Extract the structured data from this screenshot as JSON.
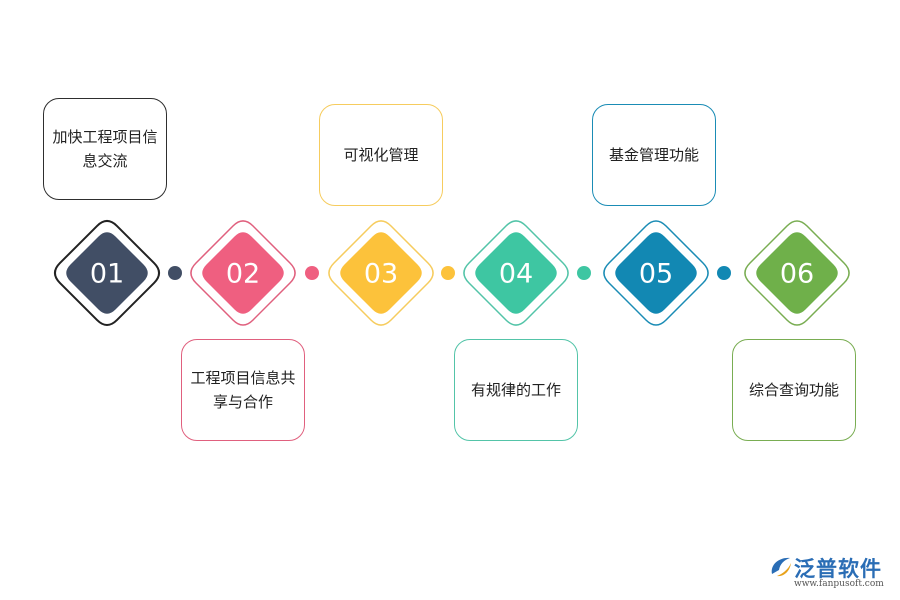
{
  "steps": [
    {
      "number": "01",
      "text": "加快工程项目信息交流",
      "color": "#414e65",
      "position": "top"
    },
    {
      "number": "02",
      "text": "工程项目信息共享与合作",
      "color": "#ef5f80",
      "position": "bottom"
    },
    {
      "number": "03",
      "text": "可视化管理",
      "color": "#fcc23b",
      "position": "top"
    },
    {
      "number": "04",
      "text": "有规律的工作",
      "color": "#3ec6a2",
      "position": "bottom"
    },
    {
      "number": "05",
      "text": "基金管理功能",
      "color": "#1288b3",
      "position": "top"
    },
    {
      "number": "06",
      "text": "综合查询功能",
      "color": "#6fb04a",
      "position": "bottom"
    }
  ],
  "watermark": {
    "brand": "泛普软件",
    "url": "www.fanpusoft.com",
    "icon": "fanpu-logo-icon"
  }
}
